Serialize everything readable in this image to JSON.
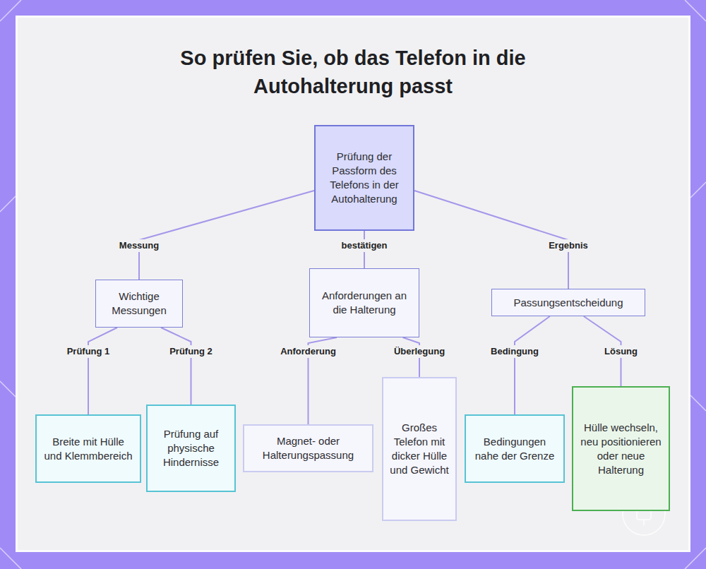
{
  "diagram": {
    "title": "So prüfen Sie, ob das Telefon in die Autohalterung passt",
    "nodes": [
      {
        "text": [
          "Prüfung der Passform des Telefons in der Autohalterung"
        ]
      },
      {
        "text": [
          "Wichtige Messungen"
        ]
      },
      {
        "text": [
          "Anforderungen an die Halterung"
        ]
      },
      {
        "text": [
          "Passungsentscheidung"
        ]
      },
      {
        "text": [
          "Breite mit Hülle und Klemmbereich"
        ]
      },
      {
        "text": [
          "Prüfung auf physische Hindernisse"
        ]
      },
      {
        "text": [
          "Magnet- oder Halterungspassung"
        ]
      },
      {
        "text": [
          "Großes Telefon mit dicker Hülle und Gewicht"
        ]
      },
      {
        "text": [
          "Bedingungen nahe der Grenze"
        ]
      },
      {
        "text": [
          "Hülle wechseln, neu positionieren oder neue Halterung"
        ]
      }
    ],
    "edges": [
      {
        "from": 0,
        "to": 1,
        "arrow": "none",
        "label": "Messung"
      },
      {
        "from": 0,
        "to": 2,
        "arrow": "none",
        "label": "bestätigen"
      },
      {
        "from": 0,
        "to": 3,
        "arrow": "none",
        "label": "Ergebnis"
      },
      {
        "from": 1,
        "to": 4,
        "arrow": "none",
        "label": "Prüfung 1"
      },
      {
        "from": 1,
        "to": 5,
        "arrow": "none",
        "label": "Prüfung 2"
      },
      {
        "from": 2,
        "to": 6,
        "arrow": "none",
        "label": "Anforderung"
      },
      {
        "from": 2,
        "to": 7,
        "arrow": "none",
        "label": "Überlegung"
      },
      {
        "from": 3,
        "to": 8,
        "arrow": "none",
        "label": "Bedingung"
      },
      {
        "from": 3,
        "to": 9,
        "arrow": "none",
        "label": "Lösung"
      }
    ]
  }
}
